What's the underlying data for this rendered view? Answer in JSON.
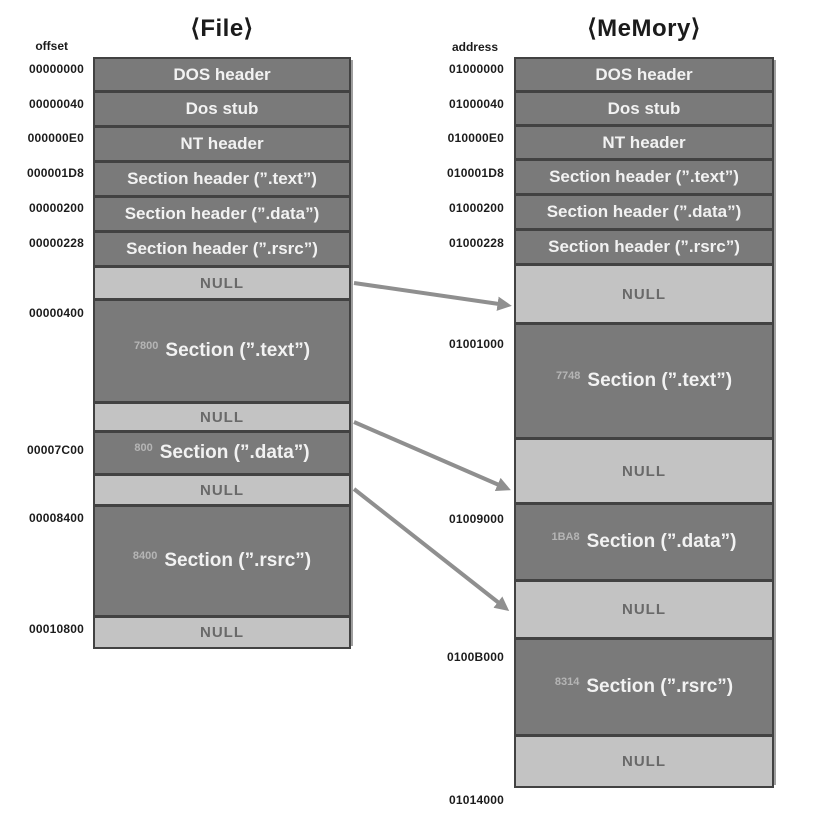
{
  "file_panel": {
    "title": "⟨File⟩",
    "axis_label": "offset",
    "offsets": [
      "00000000",
      "00000040",
      "000000E0",
      "000001D8",
      "00000200",
      "00000228",
      "00000400",
      "00007C00",
      "00008400",
      "00010800"
    ],
    "blocks": [
      {
        "label": "DOS header",
        "type": "header"
      },
      {
        "label": "Dos stub",
        "type": "header"
      },
      {
        "label": "NT header",
        "type": "header"
      },
      {
        "label": "Section header (”.text”)",
        "type": "header"
      },
      {
        "label": "Section header (”.data”)",
        "type": "header"
      },
      {
        "label": "Section header (”.rsrc”)",
        "type": "header"
      },
      {
        "label": "NULL",
        "type": "null"
      },
      {
        "size": "7800",
        "label": "Section (”.text”)",
        "type": "section"
      },
      {
        "label": "NULL",
        "type": "null"
      },
      {
        "size": "800",
        "label": "Section (”.data”)",
        "type": "section"
      },
      {
        "label": "NULL",
        "type": "null"
      },
      {
        "size": "8400",
        "label": "Section (”.rsrc”)",
        "type": "section"
      },
      {
        "label": "NULL",
        "type": "null"
      }
    ]
  },
  "memory_panel": {
    "title": "⟨MeMory⟩",
    "axis_label": "address",
    "addresses": [
      "01000000",
      "01000040",
      "010000E0",
      "010001D8",
      "01000200",
      "01000228",
      "01001000",
      "01009000",
      "0100B000",
      "01014000"
    ],
    "blocks": [
      {
        "label": "DOS header",
        "type": "header"
      },
      {
        "label": "Dos stub",
        "type": "header"
      },
      {
        "label": "NT header",
        "type": "header"
      },
      {
        "label": "Section header (”.text”)",
        "type": "header"
      },
      {
        "label": "Section header (”.data”)",
        "type": "header"
      },
      {
        "label": "Section header (”.rsrc”)",
        "type": "header"
      },
      {
        "label": "NULL",
        "type": "null"
      },
      {
        "size": "7748",
        "label": "Section (”.text”)",
        "type": "section"
      },
      {
        "label": "NULL",
        "type": "null"
      },
      {
        "size": "1BA8",
        "label": "Section (”.data”)",
        "type": "section"
      },
      {
        "label": "NULL",
        "type": "null"
      },
      {
        "size": "8314",
        "label": "Section (”.rsrc”)",
        "type": "section"
      },
      {
        "label": "NULL",
        "type": "null"
      }
    ]
  },
  "arrows": [
    {
      "name": "file-null-after-headers-to-memory-null-1"
    },
    {
      "name": "file-null-after-text-to-memory-null-2"
    },
    {
      "name": "file-null-after-data-to-memory-null-3"
    }
  ],
  "colors": {
    "block_dark": "#7a7a7a",
    "block_null": "#c3c3c3",
    "frame": "#424242",
    "arrow": "#8f8f8f",
    "background": "#ffffff"
  }
}
